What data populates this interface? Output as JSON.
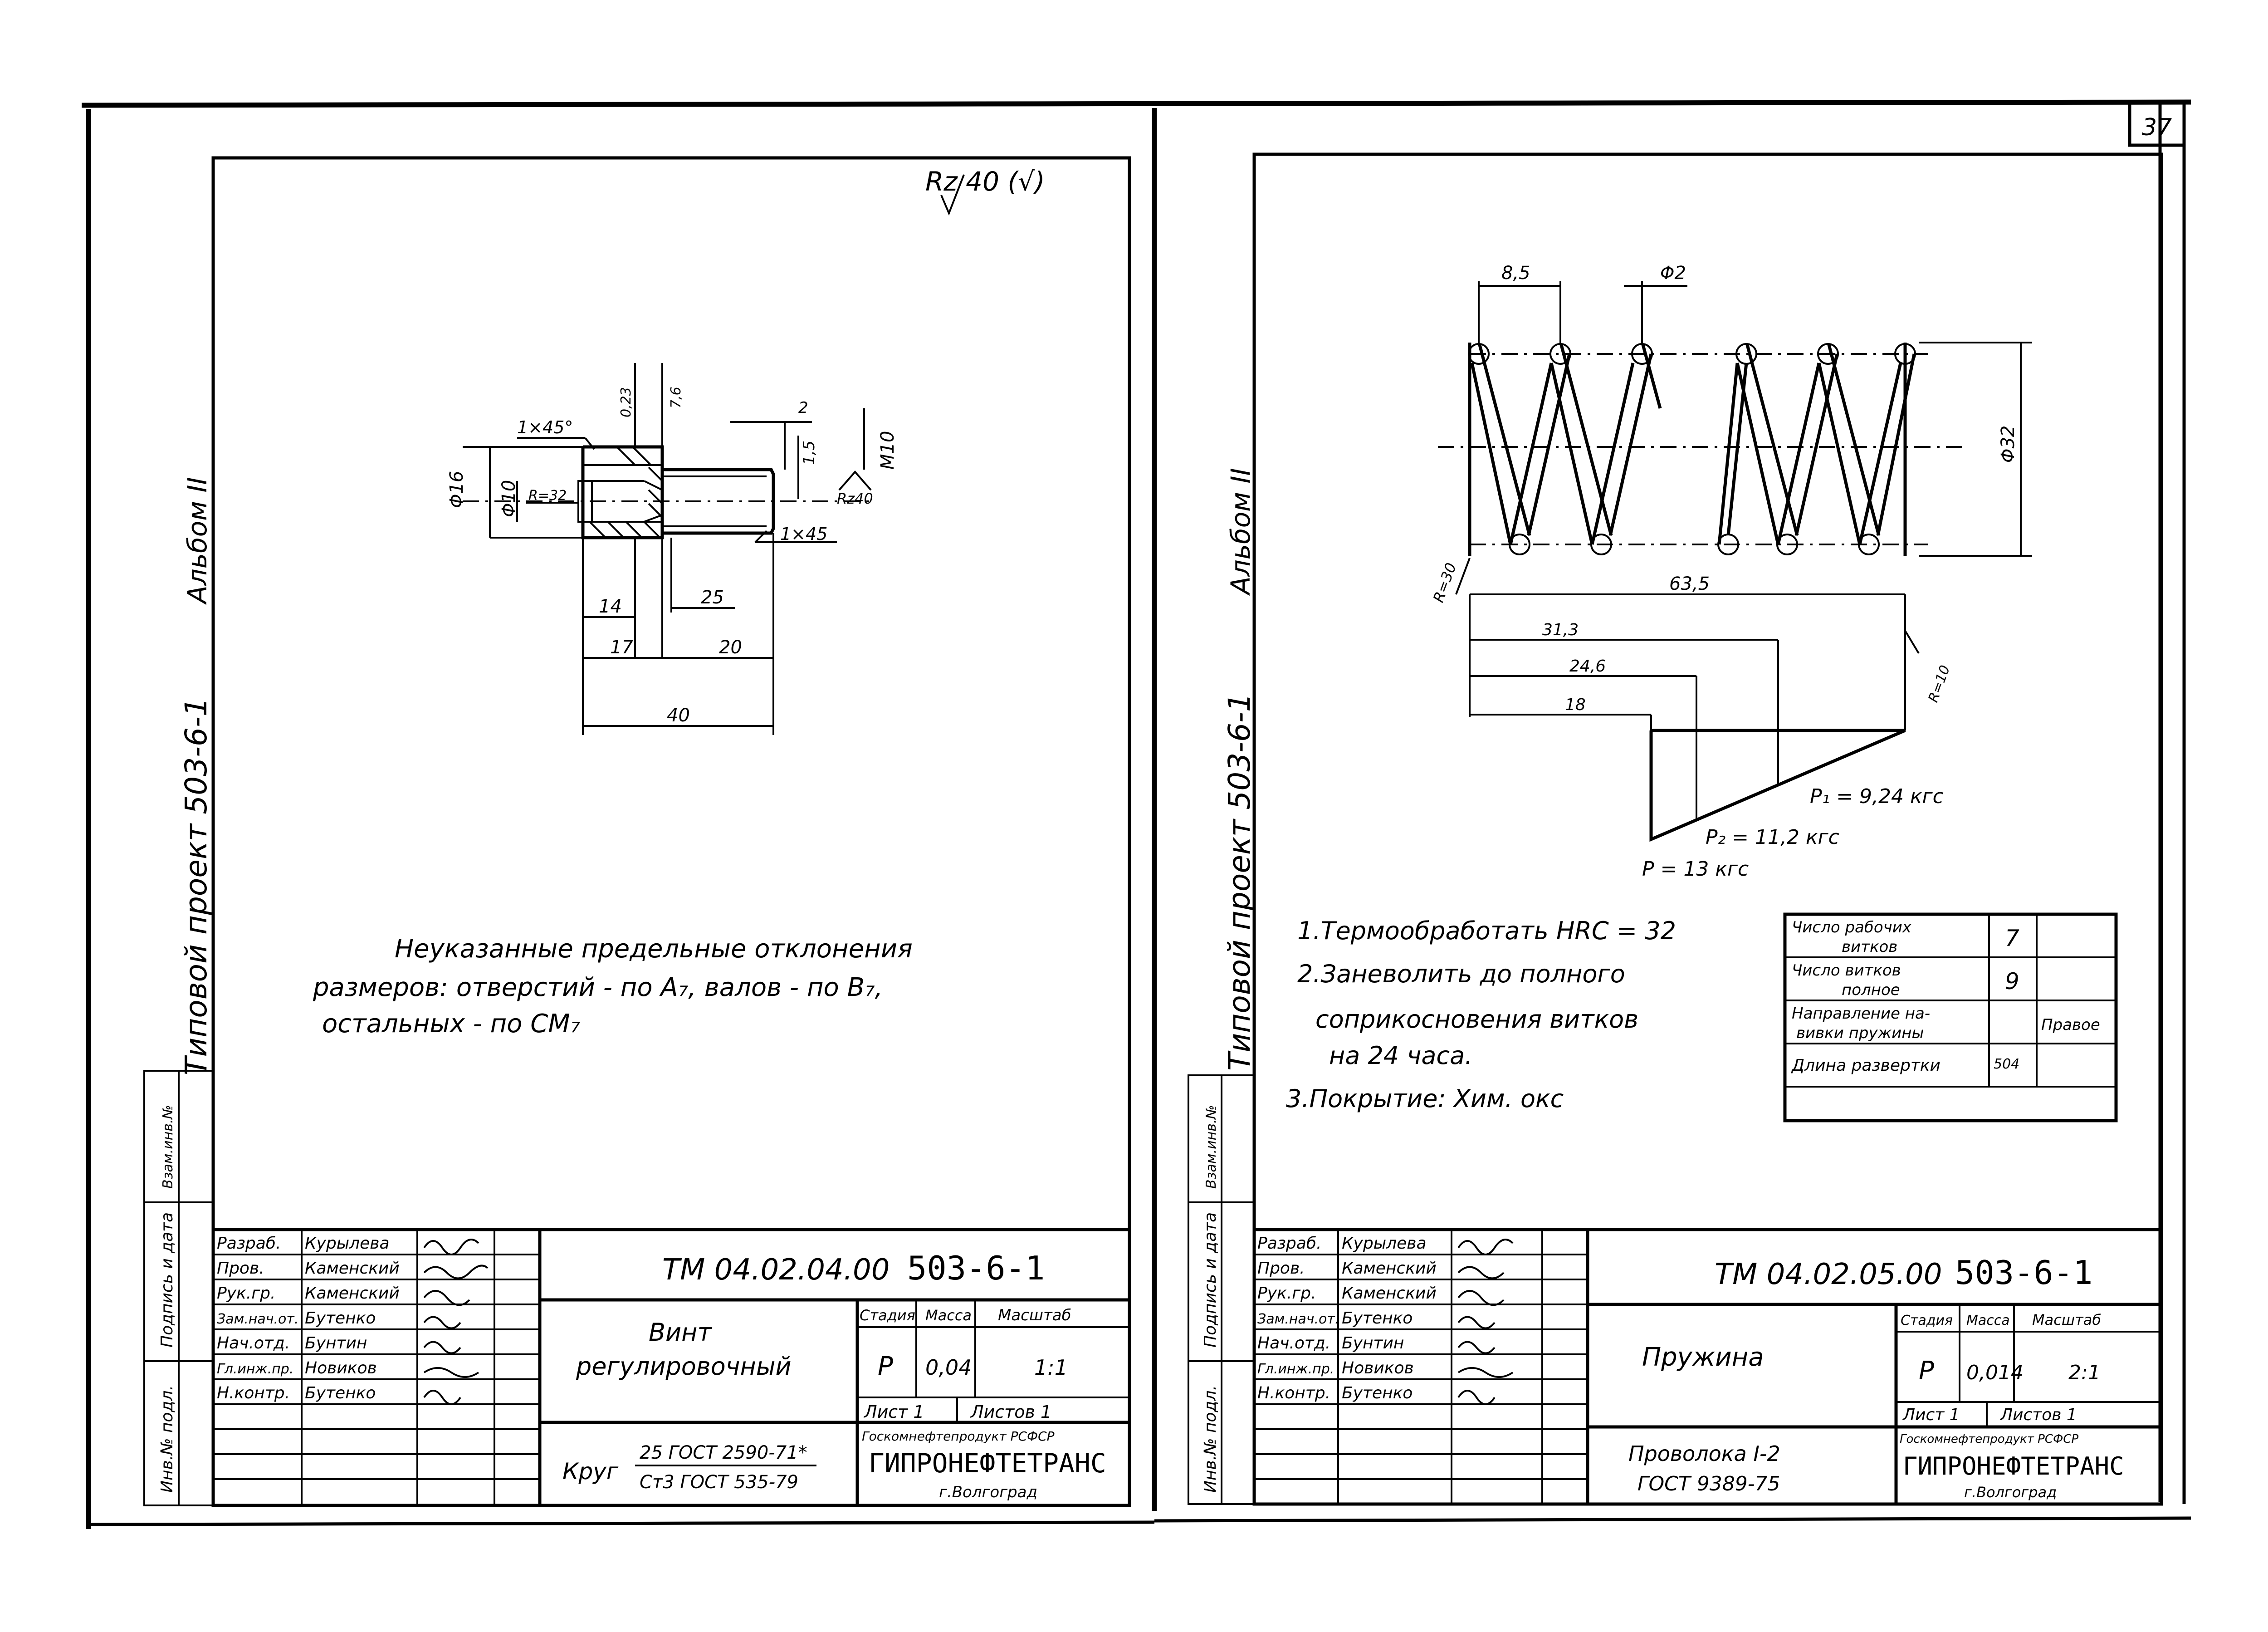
{
  "page_number": "37",
  "left": {
    "album": "Альбом II",
    "project": "Типовой проект 503-6-1",
    "roughness": "Rz 40 (√)",
    "dims": {
      "chamfer1": "1×45°",
      "chamfer2": "1×45",
      "d_023": "0,23",
      "d_76": "7,6",
      "d_2": "2",
      "d_15": "1,5",
      "m10": "M10",
      "rz40": "Rz40",
      "phi16": "Φ16",
      "phi10": "Φ10",
      "r32": "R=32",
      "d14": "14",
      "d17": "17",
      "d25": "25",
      "d20": "20",
      "d40": "40"
    },
    "note_line1": "Неуказанные предельные отклонения",
    "note_line2": "размеров: отверстий - по А₇, валов - по В₇,",
    "note_line3": "остальных - по СМ₇",
    "side_labels": [
      "Инв.№ подл.",
      "Подпись и дата",
      "Взам.инв.№"
    ],
    "titleblock": {
      "rows": [
        {
          "role": "Разраб.",
          "name": "Курылева"
        },
        {
          "role": "Пров.",
          "name": "Каменский"
        },
        {
          "role": "Рук.гр.",
          "name": "Каменский"
        },
        {
          "role": "Зам.нач.от.",
          "name": "Бутенко"
        },
        {
          "role": "Нач.отд.",
          "name": "Бунтин"
        },
        {
          "role": "Гл.инж.пр.",
          "name": "Новиков"
        },
        {
          "role": "Н.контр.",
          "name": "Бутенко"
        }
      ],
      "code": "ТМ 04.02.04.00",
      "project": "503-6-1",
      "name_line1": "Винт",
      "name_line2": "регулировочный",
      "stage_h": "Стадия",
      "mass_h": "Масса",
      "scale_h": "Масштаб",
      "stage": "Р",
      "mass": "0,04",
      "scale": "1:1",
      "sheet": "Лист 1",
      "sheets": "Листов 1",
      "material_word": "Круг",
      "material_top": "25 ГОСТ 2590-71*",
      "material_bottom": "Ст3 ГОСТ 535-79",
      "org_small": "Госкомнефтепродукт РСФСР",
      "org": "ГИПРОНЕФТЕТРАНС",
      "city": "г.Волгоград"
    }
  },
  "right": {
    "album": "Альбом II",
    "project": "Типовой проект 503-6-1",
    "dims": {
      "pitch": "8,5",
      "phi2": "Φ2",
      "phi32": "Φ32",
      "length": "63,5",
      "l313": "31,3",
      "l246": "24,6",
      "l18": "18",
      "r30": "R=30",
      "r10": "R=10",
      "p1": "P₁ = 9,24 кгс",
      "p2": "P₂ = 11,2 кгс",
      "p": "P = 13 кгс"
    },
    "notes": [
      "1.Термообработать HRC = 32",
      "2.Заневолить до полного",
      "соприкосновения витков",
      "на 24 часа.",
      "3.Покрытие: Хим. окс"
    ],
    "spec_table": [
      {
        "label1": "Число рабочих",
        "label2": "витков",
        "value": "7",
        "extra": ""
      },
      {
        "label1": "Число витков",
        "label2": "полное",
        "value": "9",
        "extra": ""
      },
      {
        "label1": "Направление на-",
        "label2": "вивки пружины",
        "value": "",
        "extra": "Правое"
      },
      {
        "label1": "Длина развертки",
        "label2": "",
        "value": "504",
        "extra": ""
      }
    ],
    "side_labels": [
      "Инв.№ подл.",
      "Подпись и дата",
      "Взам.инв.№"
    ],
    "titleblock": {
      "rows": [
        {
          "role": "Разраб.",
          "name": "Курылева"
        },
        {
          "role": "Пров.",
          "name": "Каменский"
        },
        {
          "role": "Рук.гр.",
          "name": "Каменский"
        },
        {
          "role": "Зам.нач.от.",
          "name": "Бутенко"
        },
        {
          "role": "Нач.отд.",
          "name": "Бунтин"
        },
        {
          "role": "Гл.инж.пр.",
          "name": "Новиков"
        },
        {
          "role": "Н.контр.",
          "name": "Бутенко"
        }
      ],
      "code": "ТМ 04.02.05.00",
      "project": "503-6-1",
      "name_line1": "Пружина",
      "stage_h": "Стадия",
      "mass_h": "Масса",
      "scale_h": "Масштаб",
      "stage": "Р",
      "mass": "0,014",
      "scale": "2:1",
      "sheet": "Лист 1",
      "sheets": "Листов 1",
      "material_top": "Проволока I-2",
      "material_bottom": "ГОСТ 9389-75",
      "org_small": "Госкомнефтепродукт РСФСР",
      "org": "ГИПРОНЕФТЕТРАНС",
      "city": "г.Волгоград"
    }
  }
}
